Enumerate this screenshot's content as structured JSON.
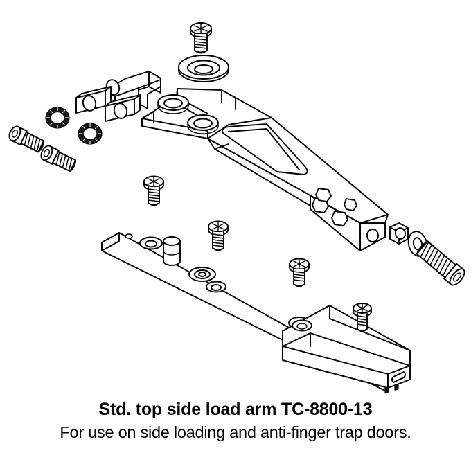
{
  "figure": {
    "title": "Std. top side load arm TC-8800-13",
    "subtitle": "For use on side loading and anti-finger trap doors.",
    "style": {
      "background": "#ffffff",
      "line_color": "#000000",
      "washer_fill": "#1a1a1a"
    },
    "drawing_type": "exploded isometric assembly line drawing",
    "parts": [
      {
        "name": "phillips-pan-head-screw-top",
        "label": "Phillips pan head screw"
      },
      {
        "name": "flat-washer-top",
        "label": "Countersunk flat washer"
      },
      {
        "name": "l-bracket-tab",
        "label": "L-shaped bracket tab"
      },
      {
        "name": "link-bar-upper",
        "label": "Link bar with through hole"
      },
      {
        "name": "link-bar-lower",
        "label": "Link bar with through hole"
      },
      {
        "name": "star-lock-washer-upper",
        "label": "External tooth lock washer"
      },
      {
        "name": "star-lock-washer-lower",
        "label": "External tooth lock washer"
      },
      {
        "name": "socket-head-screw-upper-left",
        "label": "Socket head cap screw"
      },
      {
        "name": "socket-head-screw-lower-left",
        "label": "Socket head cap screw"
      },
      {
        "name": "main-arm-body",
        "label": "Tapered top side load arm body"
      },
      {
        "name": "square-rod-end",
        "label": "Square rod end with hex studs"
      },
      {
        "name": "phillips-screw-center-upper",
        "label": "Phillips pan head screw"
      },
      {
        "name": "phillips-screw-center-mid",
        "label": "Phillips pan head screw"
      },
      {
        "name": "phillips-screw-center-lower",
        "label": "Phillips pan head screw"
      },
      {
        "name": "mounting-plate",
        "label": "Flat mounting plate with countersunk holes"
      },
      {
        "name": "plate-boss-pin",
        "label": "Cylindrical boss pin"
      },
      {
        "name": "hex-nut-right",
        "label": "Hex nut"
      },
      {
        "name": "flat-washer-right",
        "label": "Flat washer"
      },
      {
        "name": "long-socket-head-screw-right",
        "label": "Long socket head cap screw"
      },
      {
        "name": "channel-shoe-bracket",
        "label": "U-channel shoe bracket with slot"
      },
      {
        "name": "phillips-screw-shoe",
        "label": "Phillips pan head screw"
      }
    ]
  }
}
